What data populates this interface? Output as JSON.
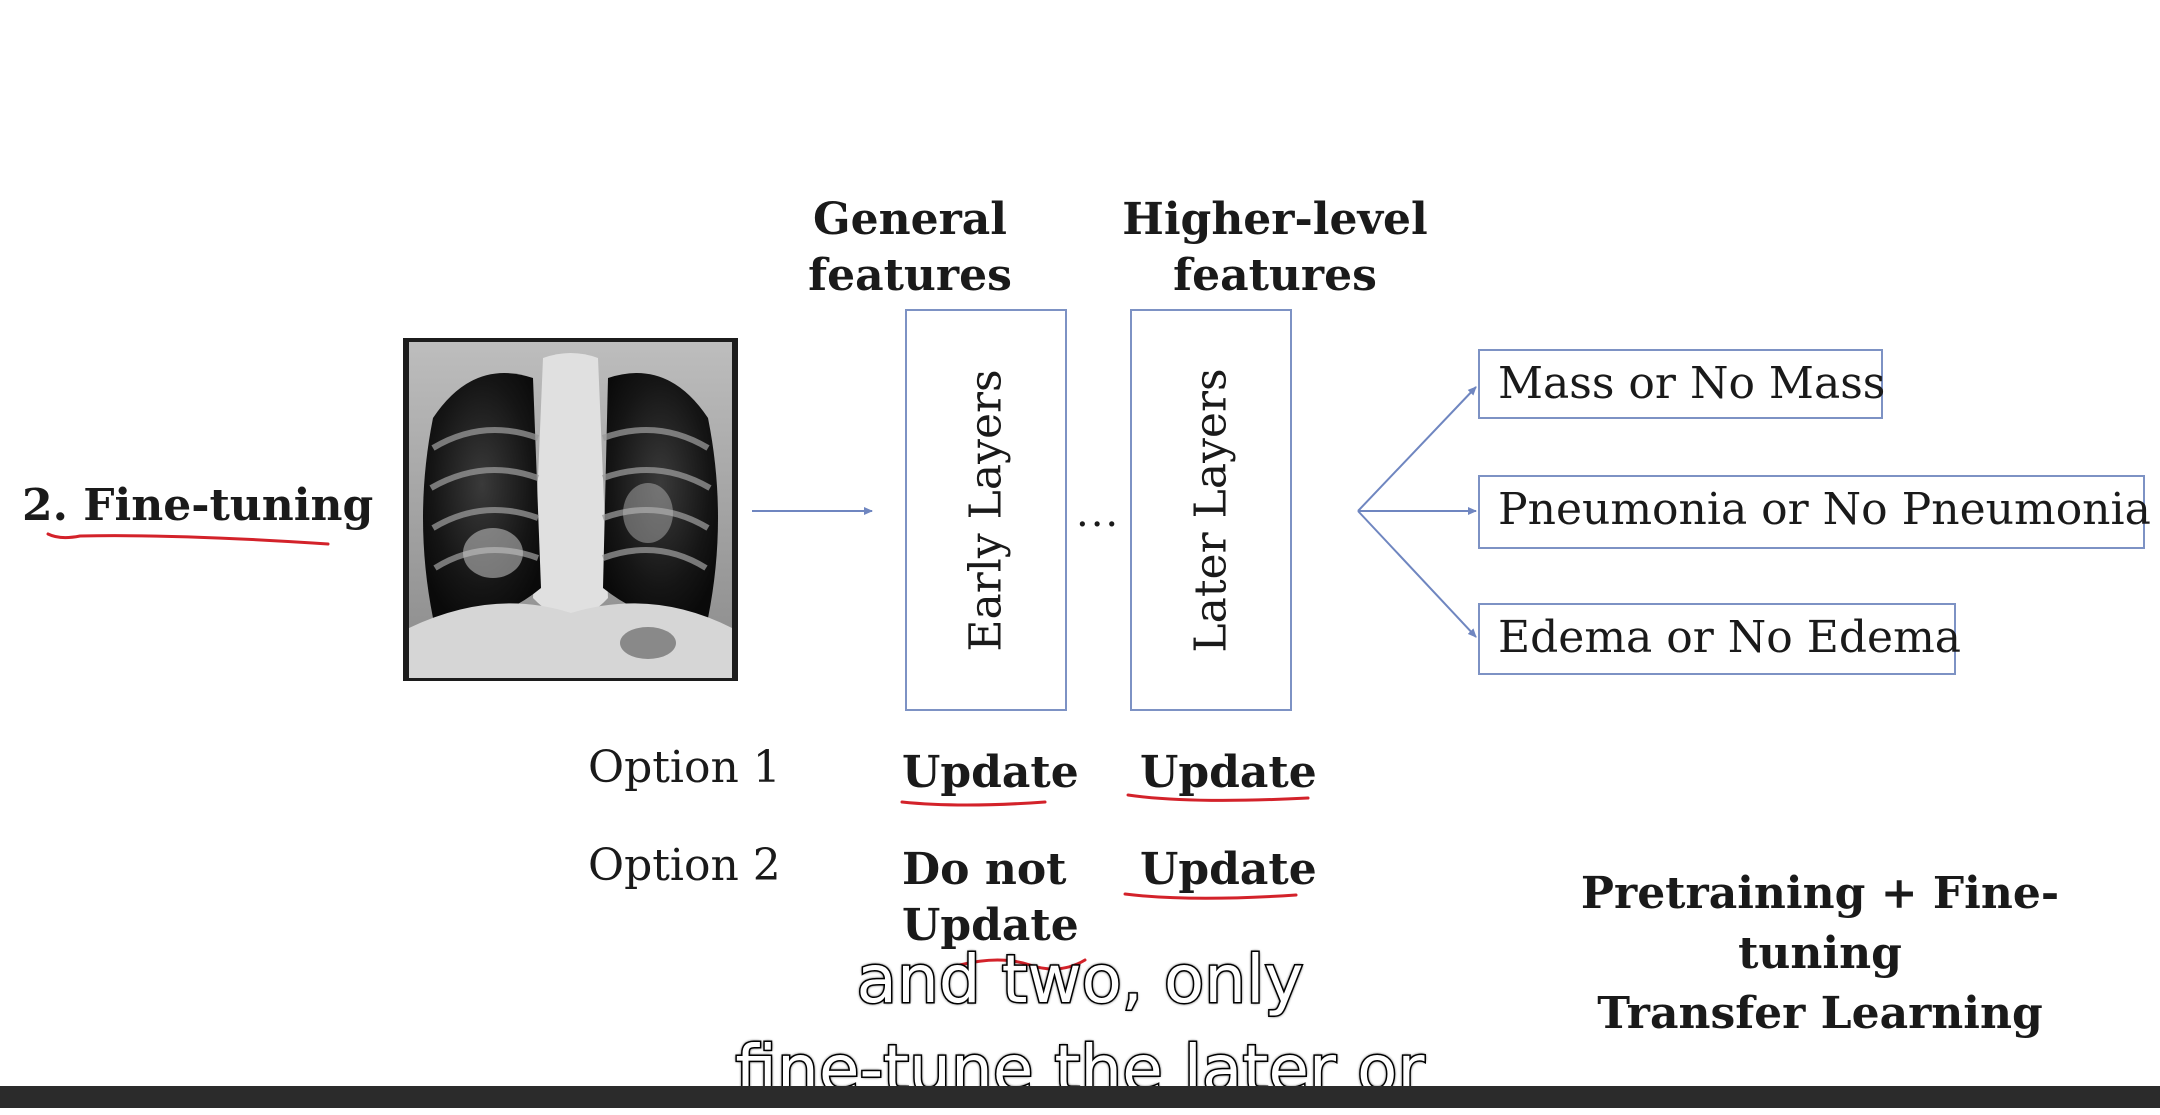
{
  "section_title": "2. Fine-tuning",
  "column_headers": {
    "general": [
      "General",
      "features"
    ],
    "higher": [
      "Higher-level",
      "features"
    ]
  },
  "layers": {
    "early": "Early Layers",
    "ellipsis": "...",
    "later": "Later Layers"
  },
  "outputs": [
    "Mass or No Mass",
    "Pneumonia or No Pneumonia",
    "Edema or No Edema"
  ],
  "options": [
    {
      "label": "Option 1",
      "early": "Update",
      "later": "Update"
    },
    {
      "label": "Option 2",
      "early": [
        "Do not",
        "Update"
      ],
      "later": "Update"
    }
  ],
  "summary": [
    "Pretraining + Fine-tuning",
    "Transfer Learning"
  ],
  "subtitle": [
    "and two, only",
    "fine-tune the later or"
  ],
  "colors": {
    "box_border": "#7d92c4",
    "arrow": "#6f86c0",
    "annotation_red": "#d3222a"
  },
  "image": {
    "name": "chest-xray"
  }
}
